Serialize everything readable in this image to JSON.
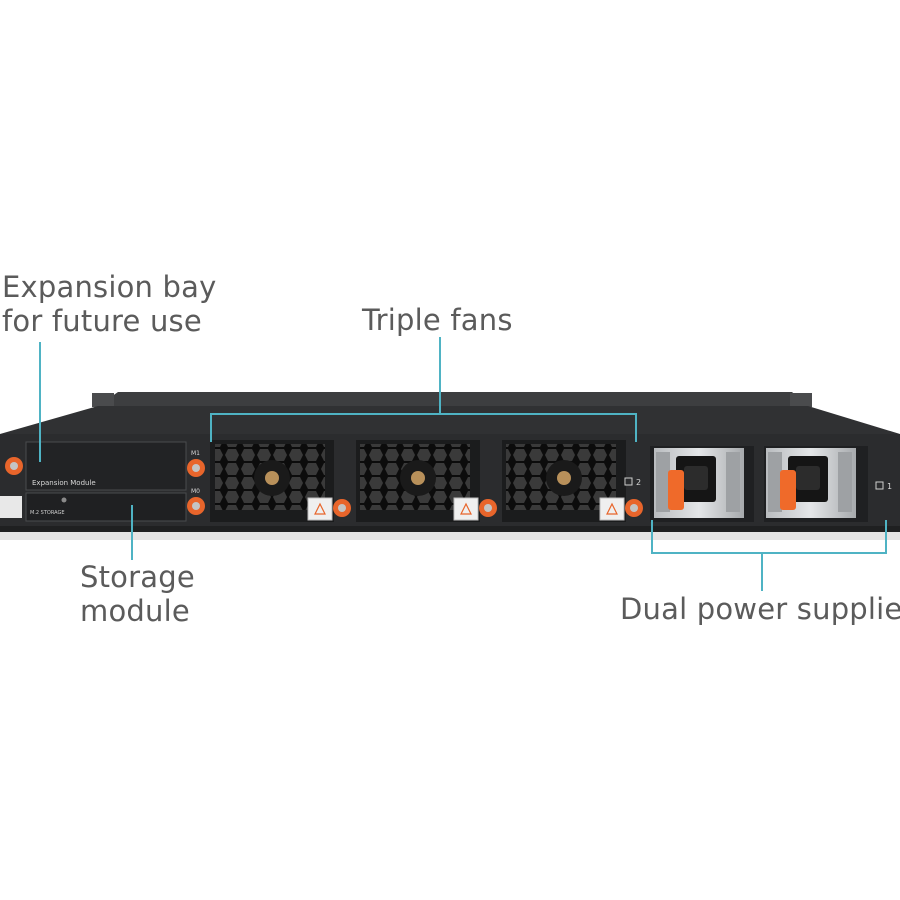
{
  "callouts": {
    "expansion_bay": [
      "Expansion bay",
      "for future use"
    ],
    "triple_fans": "Triple fans",
    "storage_module": [
      "Storage",
      "module"
    ],
    "dual_power": "Dual power supplies"
  },
  "device": {
    "expansion_module_label": "Expansion Module",
    "storage_label": "M.2 STORAGE",
    "slot_m1": "M1",
    "slot_m0": "M0",
    "psu_2": "2",
    "psu_1": "1"
  },
  "colors": {
    "callout_text": "#5b5b5b",
    "leader_line": "#4fb3c4",
    "chassis": "#2b2c2e",
    "accent_orange": "#e8652b"
  }
}
